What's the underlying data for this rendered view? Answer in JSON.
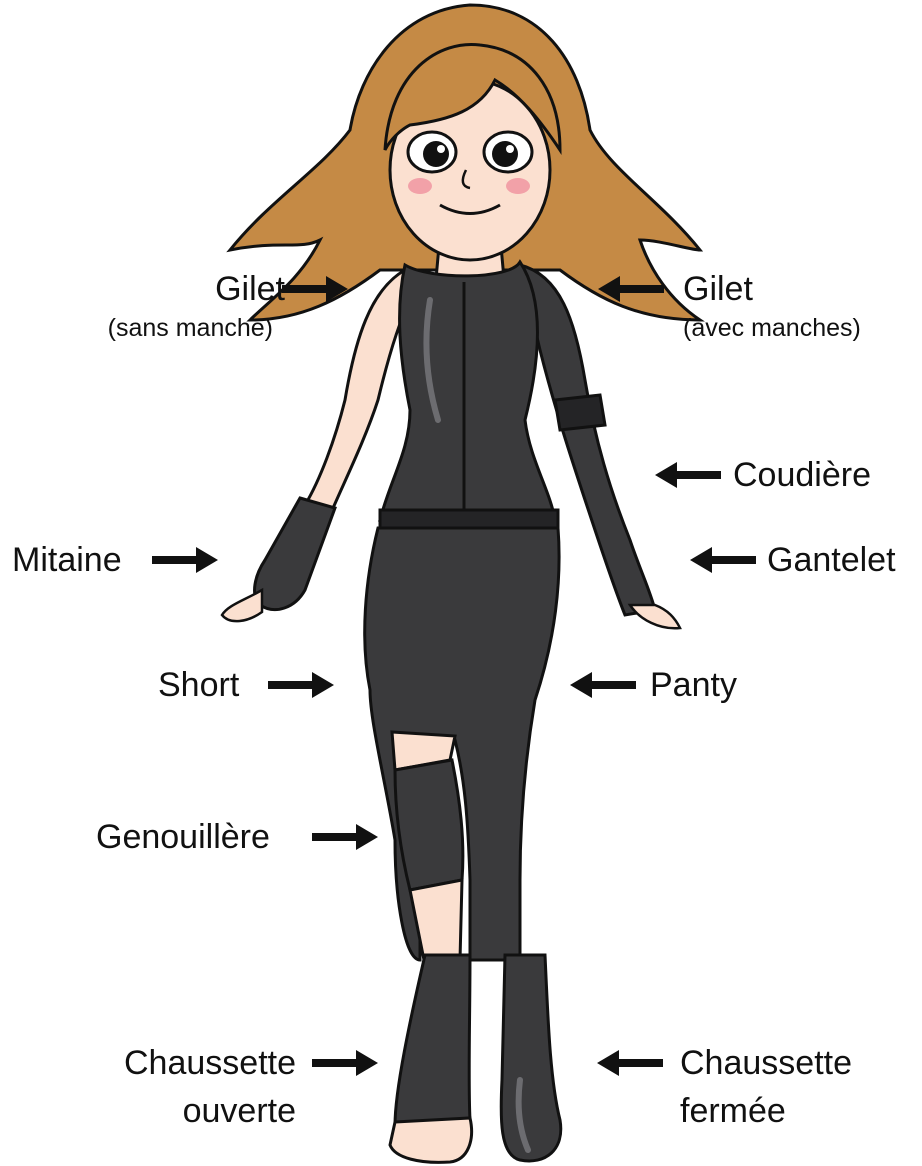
{
  "colors": {
    "suit": "#3a3a3c",
    "suit_shadow": "#242426",
    "suit_highlight": "#6c6c70",
    "hair": "#c58a45",
    "hair_dark": "#9a6428",
    "skin": "#fbe0d0",
    "blush": "#f2a1a8",
    "ink": "#111111",
    "arrow": "#111111"
  },
  "labels": {
    "gilet_left": {
      "title": "Gilet",
      "subtitle": "(sans manche)"
    },
    "gilet_right": {
      "title": "Gilet",
      "subtitle": "(avec manches)"
    },
    "coudiere": "Coudière",
    "mitaine": "Mitaine",
    "gantelet": "Gantelet",
    "short": "Short",
    "panty": "Panty",
    "genouillere": "Genouillère",
    "chaussette_ouverte": {
      "line1": "Chaussette",
      "line2": "ouverte"
    },
    "chaussette_fermee": {
      "line1": "Chaussette",
      "line2": "fermée"
    }
  }
}
